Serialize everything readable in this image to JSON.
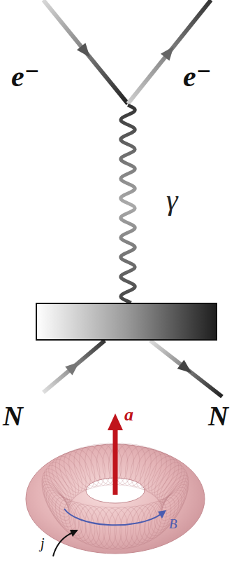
{
  "diagram": {
    "labels": [
      "e⁻",
      "e⁻",
      "γ",
      "N",
      "N",
      "a",
      "j",
      "B"
    ]
  }
}
